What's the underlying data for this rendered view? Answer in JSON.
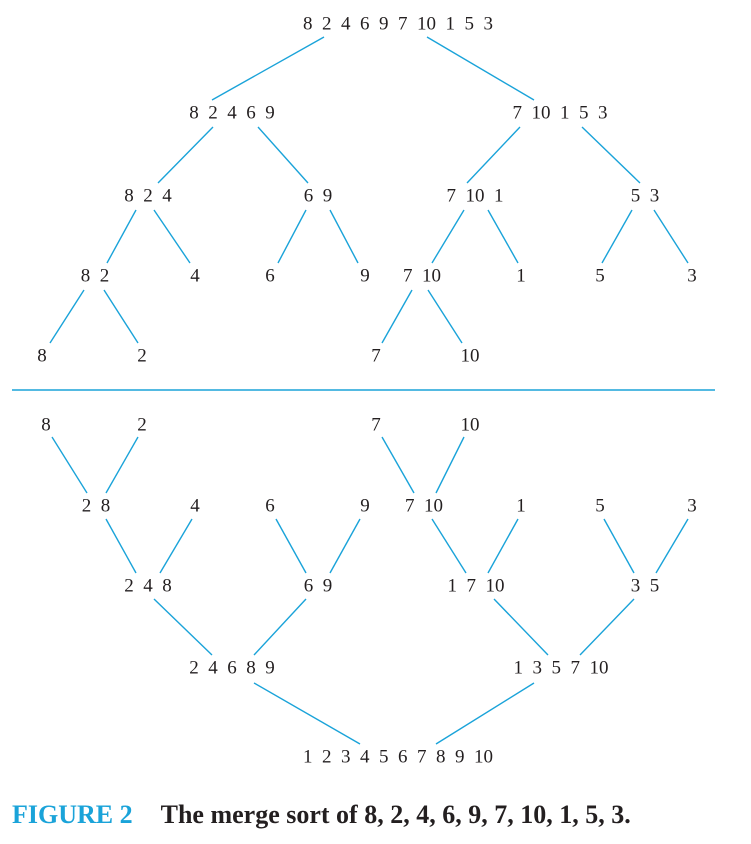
{
  "colors": {
    "edge": "#1aa3d9",
    "text": "#231f20",
    "caption_label": "#1aa3d9"
  },
  "caption": {
    "label": "FIGURE 2",
    "text": "The merge sort of 8, 2, 4, 6, 9, 7, 10, 1, 5, 3."
  },
  "split_tree": [
    {
      "id": "s0",
      "text": "8  2  4  6  9  7  10  1  5  3"
    },
    {
      "id": "s1",
      "text": "8  2  4  6  9"
    },
    {
      "id": "s2",
      "text": "7  10  1  5  3"
    },
    {
      "id": "s3",
      "text": "8  2  4"
    },
    {
      "id": "s4",
      "text": "6  9"
    },
    {
      "id": "s5",
      "text": "7  10  1"
    },
    {
      "id": "s6",
      "text": "5  3"
    },
    {
      "id": "s7",
      "text": "8  2"
    },
    {
      "id": "s8",
      "text": "4"
    },
    {
      "id": "s9",
      "text": "6"
    },
    {
      "id": "s10",
      "text": "9"
    },
    {
      "id": "s11",
      "text": "7  10"
    },
    {
      "id": "s12",
      "text": "1"
    },
    {
      "id": "s13",
      "text": "5"
    },
    {
      "id": "s14",
      "text": "3"
    },
    {
      "id": "s15",
      "text": "8"
    },
    {
      "id": "s16",
      "text": "2"
    },
    {
      "id": "s17",
      "text": "7"
    },
    {
      "id": "s18",
      "text": "10"
    }
  ],
  "merge_tree": [
    {
      "id": "m0",
      "text": "8"
    },
    {
      "id": "m1",
      "text": "2"
    },
    {
      "id": "m2",
      "text": "7"
    },
    {
      "id": "m3",
      "text": "10"
    },
    {
      "id": "m4",
      "text": "2  8"
    },
    {
      "id": "m5",
      "text": "4"
    },
    {
      "id": "m6",
      "text": "6"
    },
    {
      "id": "m7",
      "text": "9"
    },
    {
      "id": "m8",
      "text": "7  10"
    },
    {
      "id": "m9",
      "text": "1"
    },
    {
      "id": "m10",
      "text": "5"
    },
    {
      "id": "m11",
      "text": "3"
    },
    {
      "id": "m12",
      "text": "2  4  8"
    },
    {
      "id": "m13",
      "text": "6  9"
    },
    {
      "id": "m14",
      "text": "1  7  10"
    },
    {
      "id": "m15",
      "text": "3  5"
    },
    {
      "id": "m16",
      "text": "2  4  6  8  9"
    },
    {
      "id": "m17",
      "text": "1  3  5  7  10"
    },
    {
      "id": "m18",
      "text": "1  2  3  4  5  6  7  8  9  10"
    }
  ]
}
